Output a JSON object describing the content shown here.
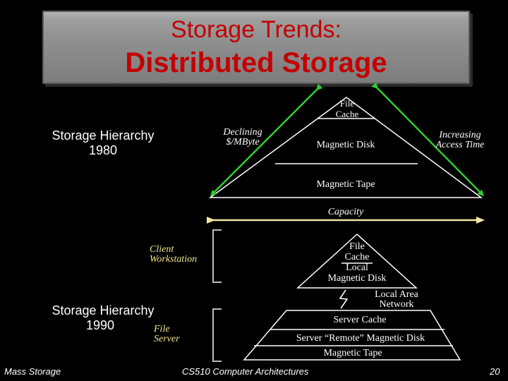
{
  "header": {
    "title_line1": "Storage Trends:",
    "title_line2": "Distributed Storage"
  },
  "hierarchy_1980": {
    "label_line1": "Storage Hierarchy",
    "label_line2": "1980",
    "levels": [
      "File",
      "Cache",
      "Magnetic Disk",
      "Magnetic Tape"
    ],
    "left_arrow_label_line1": "Declining",
    "left_arrow_label_line2": "$/MByte",
    "right_arrow_label_line1": "Increasing",
    "right_arrow_label_line2": "Access Time",
    "capacity_label": "Capacity"
  },
  "hierarchy_1990": {
    "label_line1": "Storage Hierarchy",
    "label_line2": "1990",
    "client_label_line1": "Client",
    "client_label_line2": "Workstation",
    "file_server_label_line1": "File",
    "file_server_label_line2": "Server",
    "client_levels": [
      "File",
      "Cache",
      "Local",
      "Magnetic Disk"
    ],
    "network_label_line1": "Local Area",
    "network_label_line2": "Network",
    "server_levels": [
      "Server Cache",
      "Server “Remote” Magnetic Disk",
      "Magnetic Tape"
    ]
  },
  "footer": {
    "left": "Mass Storage",
    "center": "CS510 Computer Architectures",
    "page": "20"
  },
  "colors": {
    "title": "#c40000",
    "arrow_green": "#33cc33",
    "capacity_arrow": "#f0e6a0",
    "label_yellow": "#f0e68c",
    "bracket": "#bbbbbb",
    "title_bar": "#8e8e8e"
  }
}
